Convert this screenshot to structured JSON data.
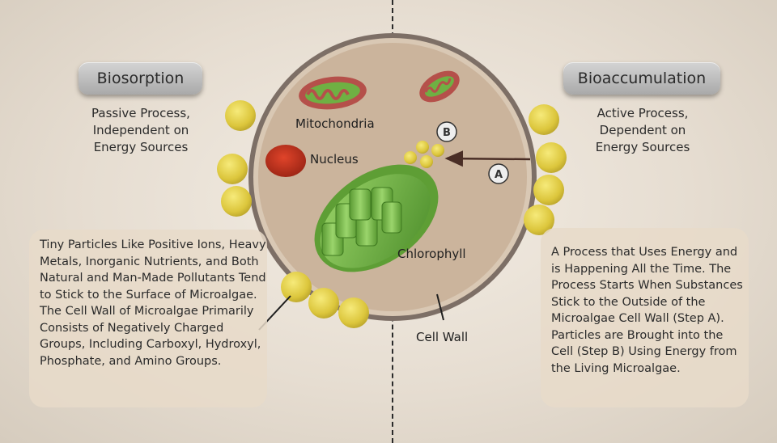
{
  "left_panel": {
    "title": "Biosorption",
    "subtitle": "Passive Process,\nIndependent on\nEnergy Sources",
    "description": "Tiny Particles Like Positive Ions, Heavy Metals, Inorganic Nutrients, and Both Natural and Man-Made Pollutants Tend to Stick to the Surface of Microalgae. The Cell Wall of Microalgae Primarily Consists of Negatively Charged Groups, Including Carboxyl, Hydroxyl, Phosphate, and Amino Groups."
  },
  "right_panel": {
    "title": "Bioaccumulation",
    "subtitle": "Active Process,\nDependent on\nEnergy Sources",
    "description": "A Process that Uses Energy and is Happening All the Time. The Process Starts When Substances Stick to the Outside of the Microalgae Cell Wall (Step A). Particles are Brought into the Cell (Step B) Using Energy from the Living Microalgae."
  },
  "cell_labels": {
    "mitochondria": "Mitochondria",
    "nucleus": "Nucleus",
    "chlorophyll": "Chlorophyll",
    "cell_wall": "Cell Wall",
    "step_a": "A",
    "step_b": "B"
  },
  "colors": {
    "cell_fill": "#cdb7a0",
    "cell_wall": "#8a7a6e",
    "particle": "#e6d24a",
    "nucleus": "#c0341f",
    "chloroplast": "#6fb043",
    "mitochondria": "#b5504a"
  }
}
